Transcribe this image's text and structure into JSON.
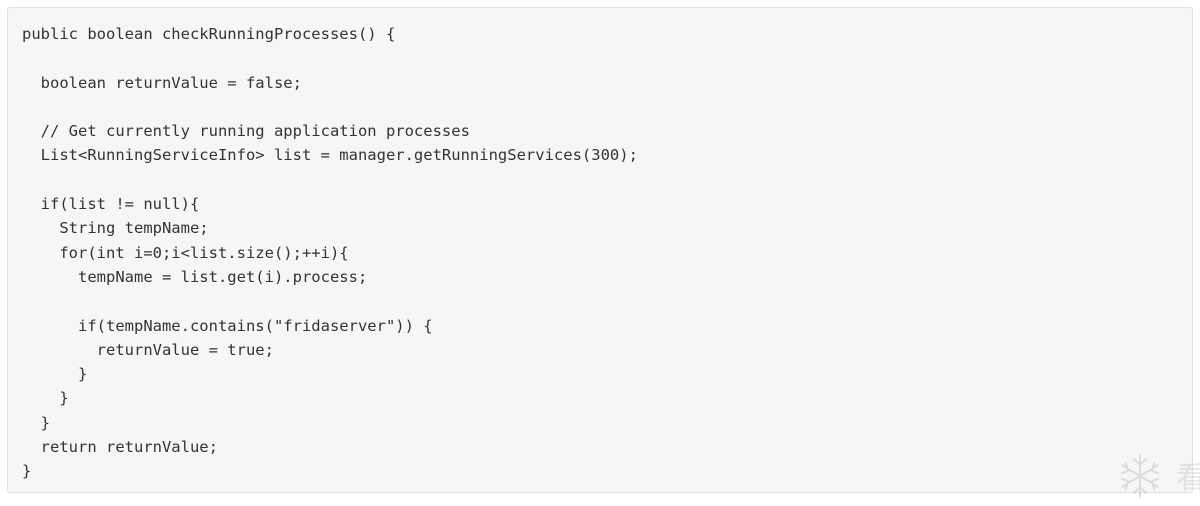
{
  "code_block": {
    "lines": [
      "public boolean checkRunningProcesses() {",
      "",
      "  boolean returnValue = false;",
      "",
      "  // Get currently running application processes",
      "  List<RunningServiceInfo> list = manager.getRunningServices(300);",
      "",
      "  if(list != null){",
      "    String tempName;",
      "    for(int i=0;i<list.size();++i){",
      "      tempName = list.get(i).process;",
      "",
      "      if(tempName.contains(\"fridaserver\")) {",
      "        returnValue = true;",
      "      }",
      "    }",
      "  }",
      "  return returnValue;",
      "}"
    ]
  },
  "watermark": {
    "icon": "snowflake-icon",
    "partial_text": "看"
  }
}
